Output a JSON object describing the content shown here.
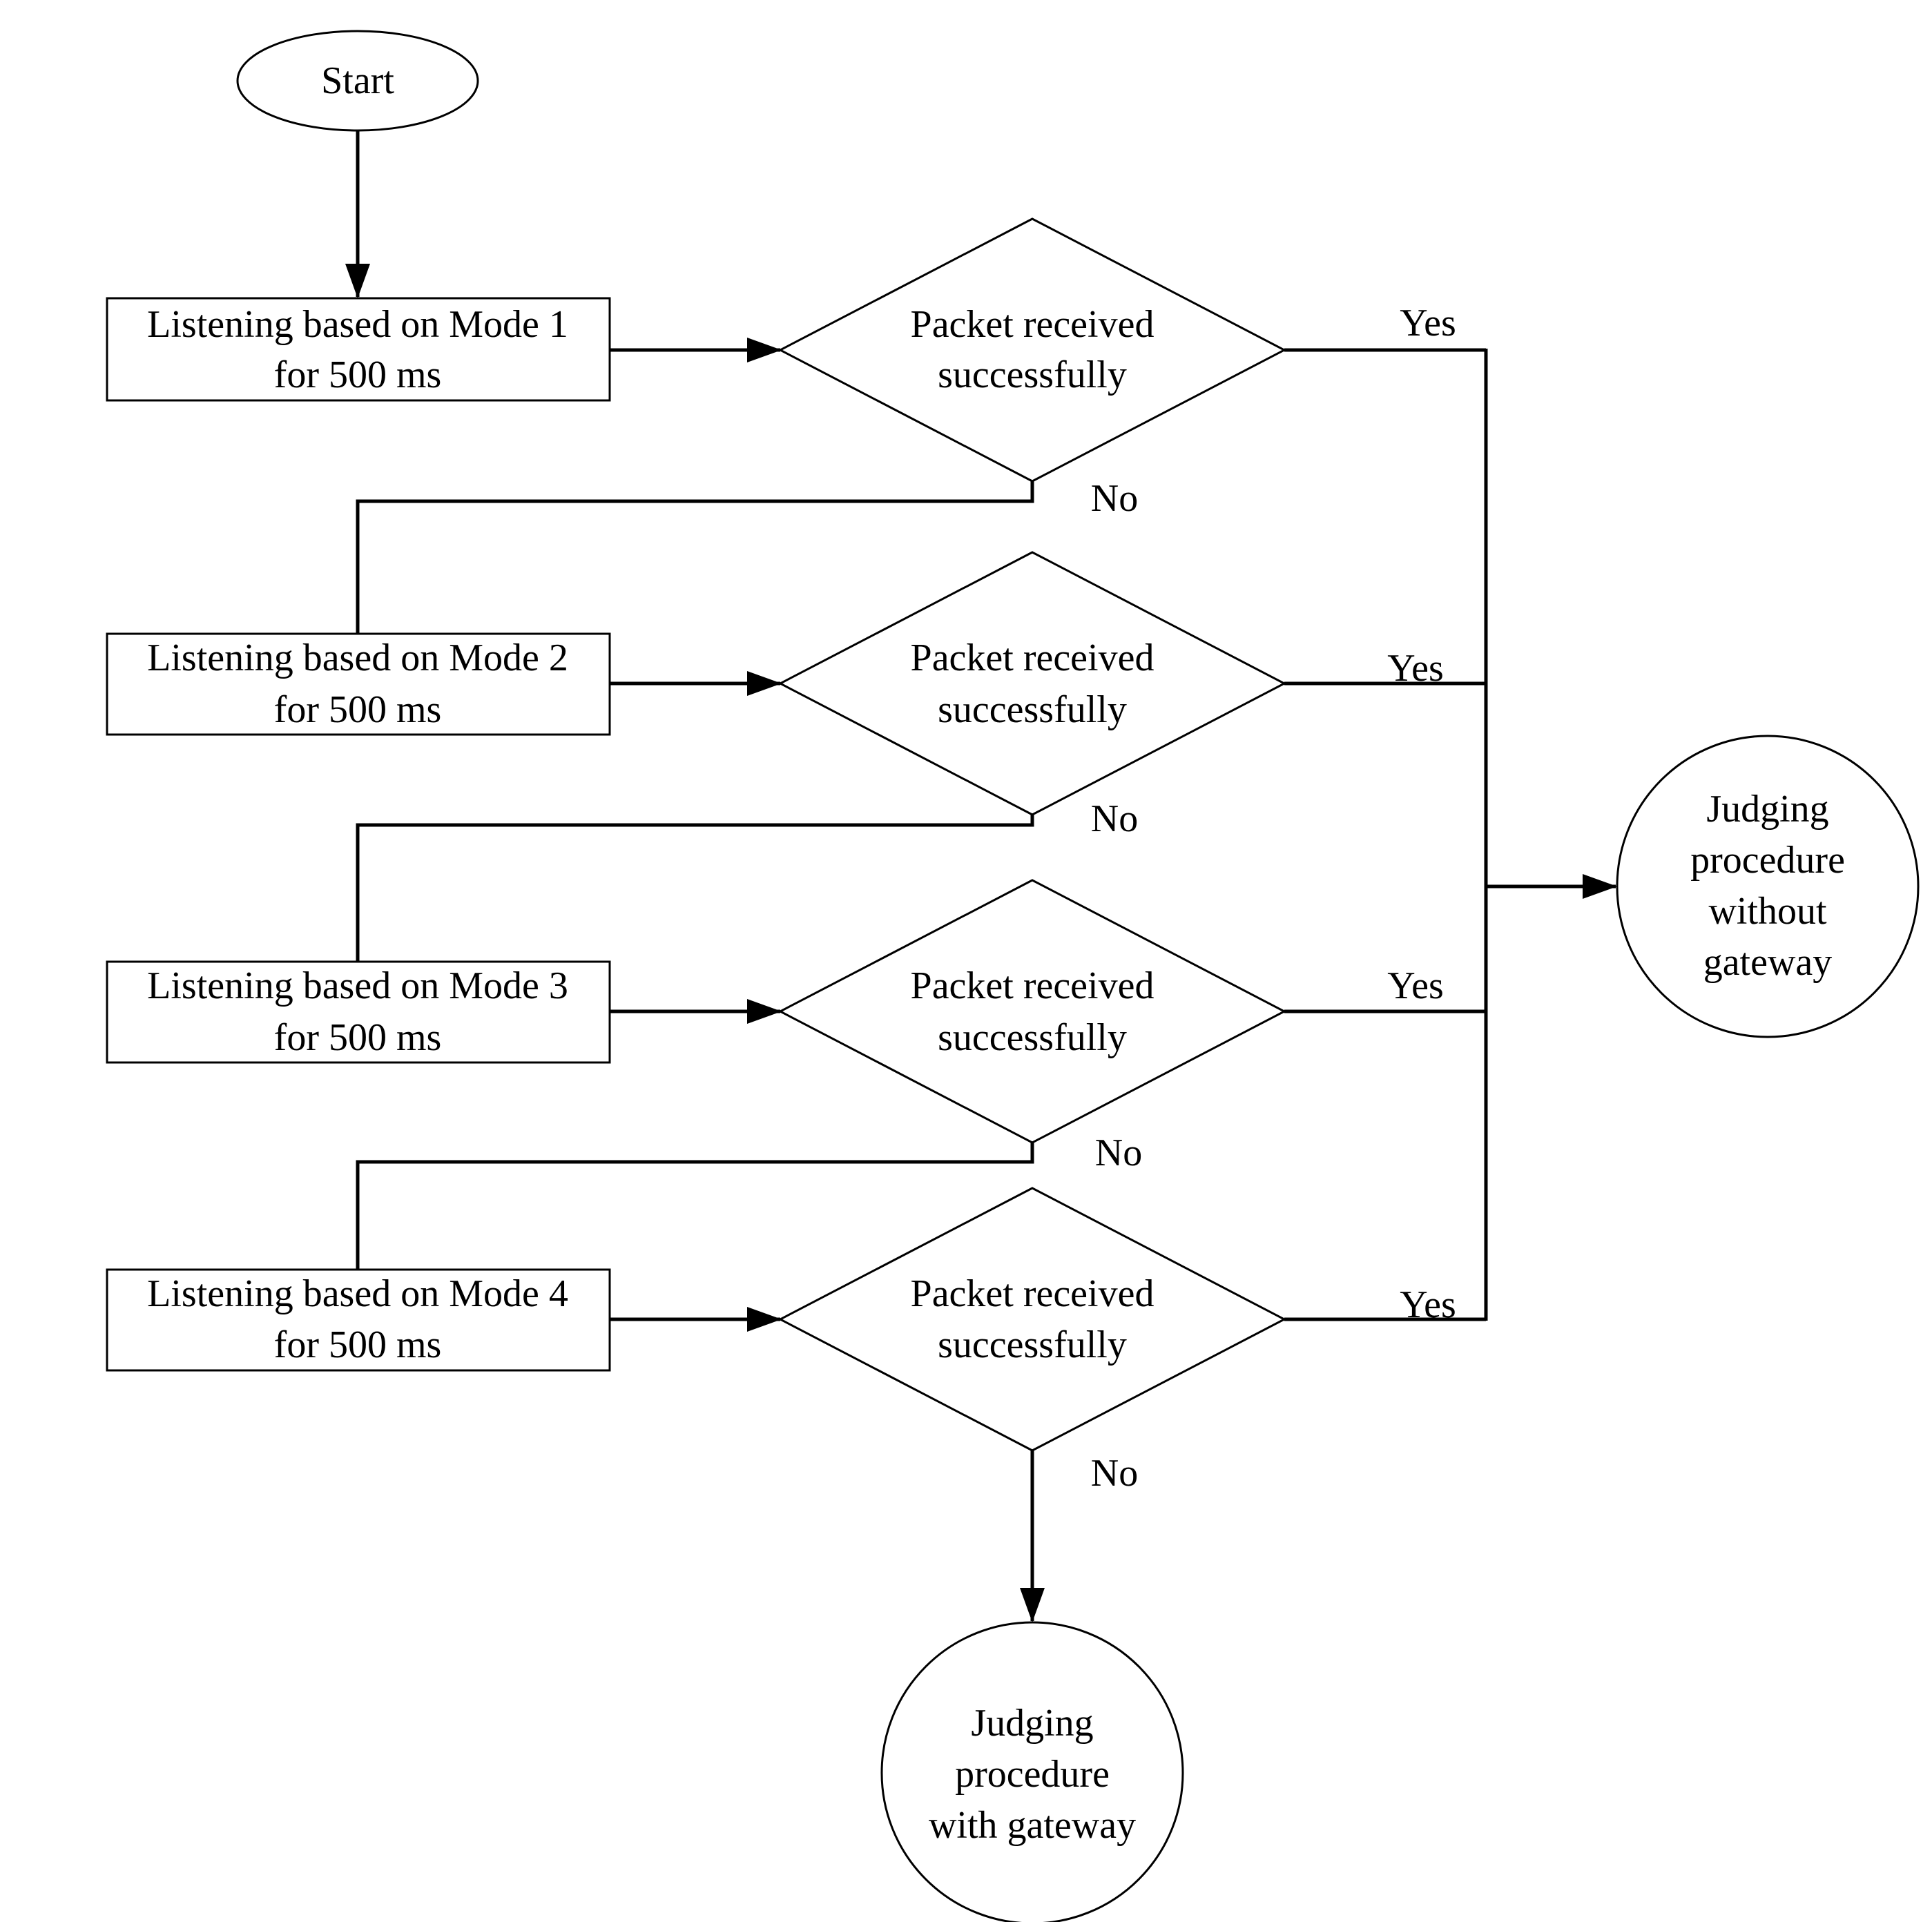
{
  "nodes": {
    "start": {
      "text": "Start"
    },
    "mode1": {
      "line1": "Listening based on Mode 1",
      "line2": "for 500 ms"
    },
    "mode2": {
      "line1": "Listening based on Mode 2",
      "line2": "for 500 ms"
    },
    "mode3": {
      "line1": "Listening based on Mode 3",
      "line2": "for 500 ms"
    },
    "mode4": {
      "line1": "Listening based on Mode 4",
      "line2": "for 500 ms"
    },
    "check1": {
      "line1": "Packet received",
      "line2": "successfully"
    },
    "check2": {
      "line1": "Packet received",
      "line2": "successfully"
    },
    "check3": {
      "line1": "Packet received",
      "line2": "successfully"
    },
    "check4": {
      "line1": "Packet received",
      "line2": "successfully"
    },
    "without_gateway": {
      "line1": "Judging",
      "line2": "procedure",
      "line3": "without",
      "line4": "gateway"
    },
    "with_gateway": {
      "line1": "Judging",
      "line2": "procedure",
      "line3": "with gateway"
    }
  },
  "labels": {
    "yes1": "Yes",
    "yes2": "Yes",
    "yes3": "Yes",
    "yes4": "Yes",
    "no1": "No",
    "no2": "No",
    "no3": "No",
    "no4": "No"
  }
}
